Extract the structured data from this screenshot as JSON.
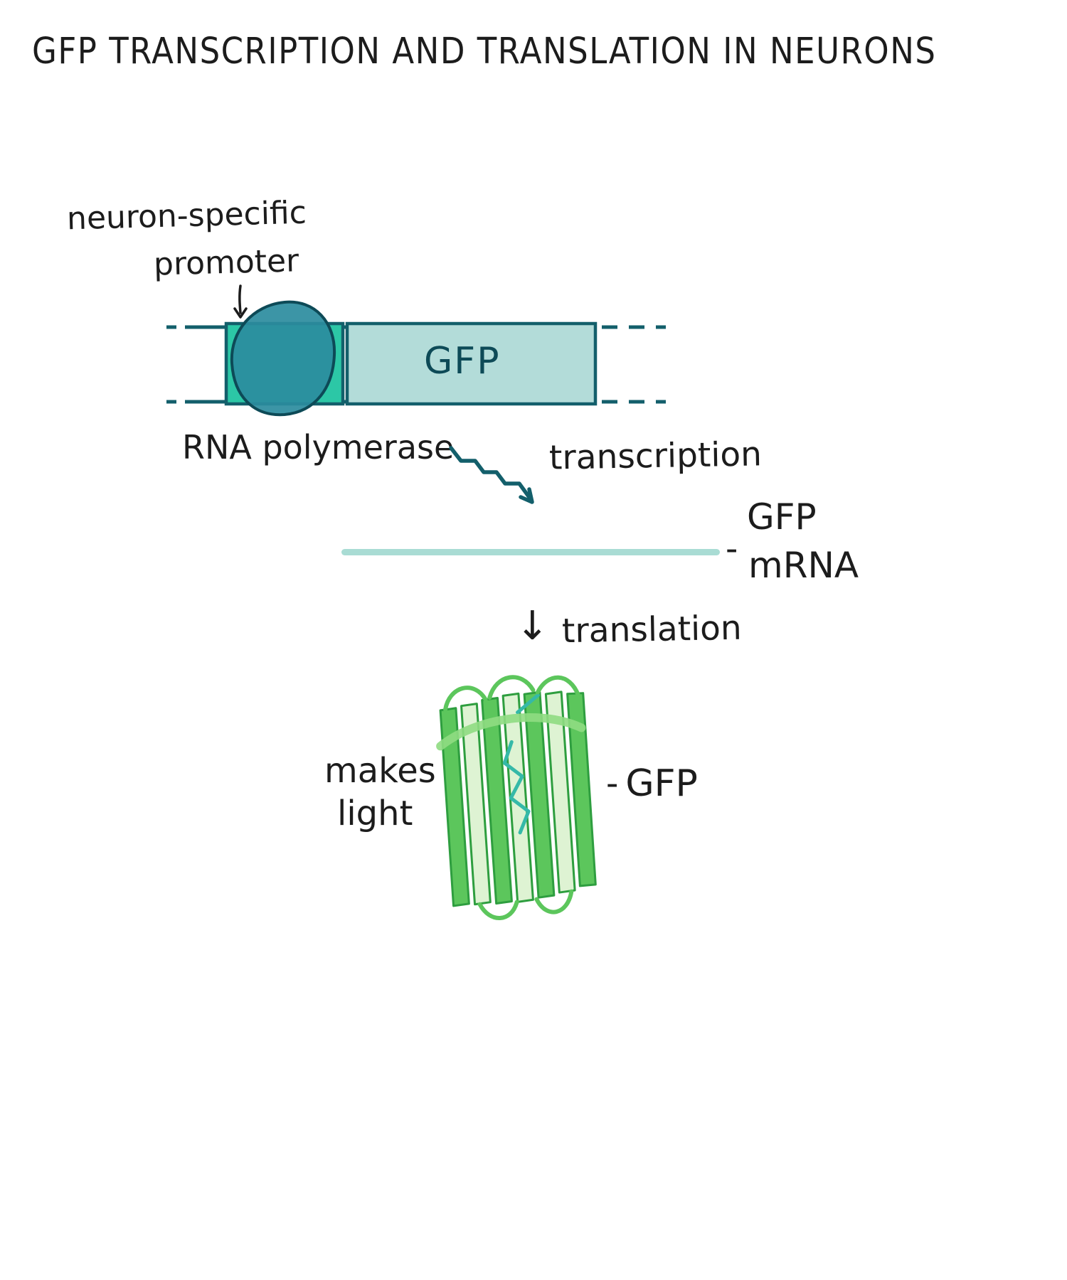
{
  "title": "GFP TRANSCRIPTION AND TRANSLATION IN NEURONS",
  "diagram": {
    "promoter_label": {
      "line1": "neuron-specific",
      "line2": "promoter"
    },
    "gene_box_label": "GFP",
    "rna_polymerase_label": "RNA polymerase",
    "transcription_label": "transcription",
    "mrna": {
      "dash": "-",
      "line1": "GFP",
      "line2": "mRNA"
    },
    "translation": {
      "arrow": "↓",
      "label": "translation"
    },
    "protein": {
      "makes_light_line1": "makes",
      "makes_light_line2": "light",
      "dash": "-",
      "label": "GFP"
    },
    "colors": {
      "ink": "#1c1c1c",
      "dna_outline": "#135f6b",
      "promoter_fill": "#2cc7a6",
      "polymerase_fill": "#2b8c9e",
      "gene_fill": "#b3dcd9",
      "mrna_line": "#a9dcd4",
      "protein_green": "#5cc65c",
      "protein_light_green": "#def3d3",
      "protein_outline": "#2e9e3f",
      "chromophore_teal": "#35b9a8"
    }
  }
}
